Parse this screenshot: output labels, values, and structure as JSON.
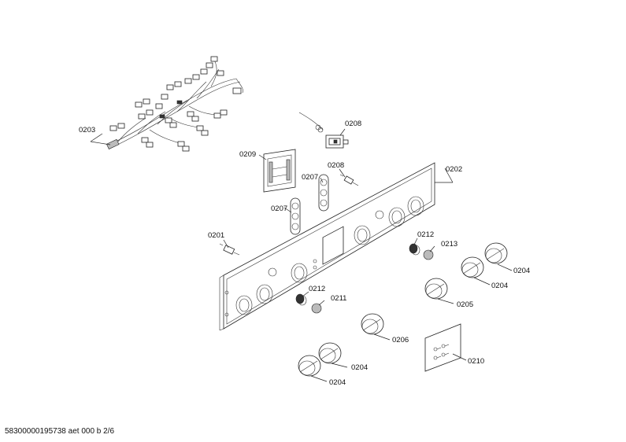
{
  "callouts": [
    {
      "id": "0203"
    },
    {
      "id": "0208"
    },
    {
      "id": "0209"
    },
    {
      "id": "0208"
    },
    {
      "id": "0207"
    },
    {
      "id": "0207"
    },
    {
      "id": "0202"
    },
    {
      "id": "0201"
    },
    {
      "id": "0212"
    },
    {
      "id": "0213"
    },
    {
      "id": "0204"
    },
    {
      "id": "0204"
    },
    {
      "id": "0205"
    },
    {
      "id": "0212"
    },
    {
      "id": "0211"
    },
    {
      "id": "0206"
    },
    {
      "id": "0210"
    },
    {
      "id": "0204"
    },
    {
      "id": "0204"
    }
  ],
  "footer": {
    "text": "58300000195738 aet 000 b 2/6"
  }
}
